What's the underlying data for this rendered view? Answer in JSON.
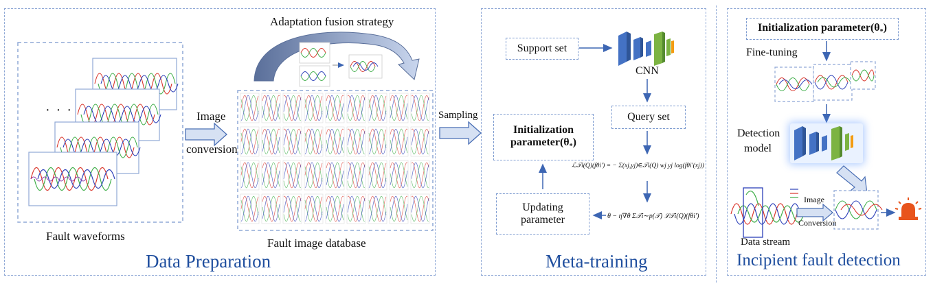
{
  "sections": {
    "data_preparation": "Data Preparation",
    "meta_training": "Meta-training",
    "incipient_detection": "Incipient fault detection"
  },
  "data_prep": {
    "ellipsis": "· · ·",
    "image_label_1": "Image",
    "image_label_2": "conversion",
    "fault_waveforms": "Fault waveforms",
    "fusion_strategy": "Adaptation fusion strategy",
    "fault_image_database": "Fault image database"
  },
  "meta": {
    "sampling": "Sampling",
    "support_set": "Support set",
    "cnn": "CNN",
    "query_set": "Query set",
    "init_param_1": "Initialization",
    "init_param_2": "parameter(θ",
    "init_param_sub": "*",
    "init_param_close": ")",
    "updating_1": "Updating",
    "updating_2": "parameter",
    "loss_formula": "ℒ𝒯i(Q)(fθi') = − Σ(xj,yj)∈𝒯i(Q) wj yj log(fθi'(xj))",
    "update_formula": "θ − η∇θ Σ𝒯i∼p(𝒯) ℒ𝒯i(Q)(fθi')"
  },
  "detect": {
    "init_param": "Initialization parameter(θ",
    "init_param_sub": "*",
    "init_param_close": ")",
    "fine_tuning": "Fine-tuning",
    "detection_1": "Detection",
    "detection_2": "model",
    "image_label": "Image",
    "conversion_label": "Conversion",
    "data_stream": "Data stream"
  },
  "colors": {
    "panel_border": "#8fa8d6",
    "title": "#1f4e9e",
    "arrow": "#3d66b3",
    "wave_red": "#d9352b",
    "wave_green": "#3fae49",
    "wave_blue": "#2b3fb8",
    "wave_purple": "#8e3aa8",
    "cnn_blue": "#4472c4",
    "cnn_green": "#7cb342",
    "cnn_orange": "#f39c12",
    "alarm": "#e8541c"
  }
}
